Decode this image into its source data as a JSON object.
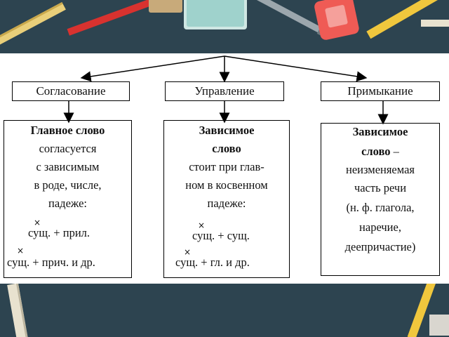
{
  "headers": [
    "Согласование",
    "Управление",
    "Примыкание"
  ],
  "agreement": {
    "title": "Главное слово",
    "lines": [
      "согласуется",
      "с зависимым",
      "в роде, числе,",
      "падеже:"
    ],
    "mark": "×",
    "example1": "сущ. + прил.",
    "example2": "сущ. + прич. и др."
  },
  "government": {
    "title1": "Зависимое",
    "title2": "слово",
    "lines": [
      "стоит при глав-",
      "ном в косвенном",
      "падеже:"
    ],
    "mark": "×",
    "example1": "сущ. + сущ.",
    "example2": "сущ. + гл. и др."
  },
  "adjunction": {
    "title1": "Зависимое",
    "title2": "слово",
    "dash": " –",
    "lines": [
      "неизменяемая",
      "часть речи",
      "(н. ф. глагола,",
      "наречие,",
      "деепричастие)"
    ]
  }
}
